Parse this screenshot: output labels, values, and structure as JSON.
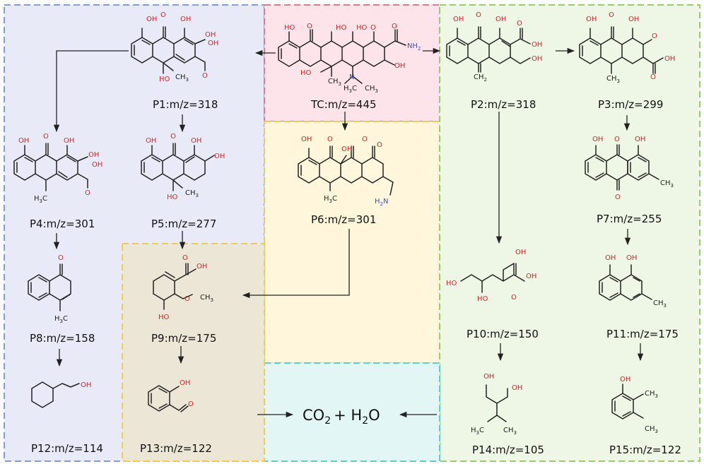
{
  "compounds": {
    "tc": "TC:m/z=445",
    "p1": "P1:m/z=318",
    "p2": "P2:m/z=318",
    "p3": "P3:m/z=299",
    "p4": "P4:m/z=301",
    "p5": "P5:m/z=277",
    "p6": "P6:m/z=301",
    "p7": "P7:m/z=255",
    "p8": "P8:m/z=158",
    "p9": "P9:m/z=175",
    "p10": "P10:m/z=150",
    "p11": "P11:m/z=175",
    "p12": "P12:m/z=114",
    "p13": "P13:m/z=122",
    "p14": "P14:m/z=105",
    "p15": "P15:m/z=122"
  },
  "final_products": {
    "co": "CO",
    "two": "2",
    "plus": "+ H",
    "two_b": "2",
    "o": "O"
  },
  "atoms": {
    "oh": "OH",
    "ho": "HO",
    "o": "O",
    "nh2": "NH",
    "nh2_sub": "2",
    "n": "N",
    "ch3": "CH",
    "ch3_sub": "3",
    "h3c": "H",
    "h3c_sub": "3",
    "h3c_c": "C",
    "ch2": "CH",
    "ch2_sub": "2",
    "h2n": "H",
    "h2n_sub": "2",
    "h2n_n": "N"
  },
  "colors": {
    "blue_region": "#e8ebf7",
    "blue_border": "#7f9fd6",
    "pink_region": "#fce4ea",
    "pink_border": "#e07b8c",
    "yellow_region": "#fff6dc",
    "yellow_border": "#f0cc55",
    "green_region": "#eef6e6",
    "green_border": "#96cf6e",
    "teal_region": "#e2f7f5",
    "teal_border": "#5fcfc8",
    "tan_region": "#ece6d6",
    "oxygen": "#e02020",
    "nitrogen": "#3d4fd0"
  }
}
